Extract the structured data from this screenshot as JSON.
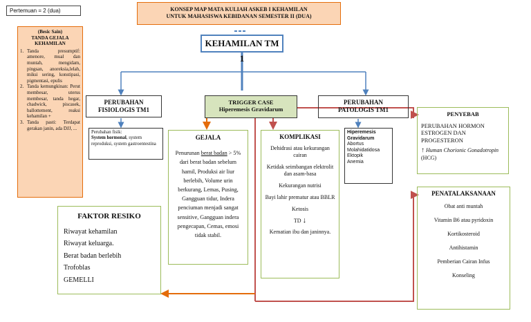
{
  "meeting": {
    "label": "Pertemuan = 2 (dua)"
  },
  "header": {
    "line1": "KONSEP MAP MATA KULIAH ASKEB I KEHAMILAN",
    "line2": "UNTUK MAHASISWA KEBIDANAN SEMESTER II (DUA)"
  },
  "central": {
    "title": "KEHAMILAN TM 1"
  },
  "basic_science": {
    "head1": "(Besic Sain)",
    "head2": "TANDA GEJALA KEHAMILAN",
    "items": [
      "Tanda presumptif: amenore, mual dan muntah, mengidam, pingsan, anoreksia,lelah, miksi sering, konstipasi, pigmentasi, epulis",
      "Tanda kemungkinan: Perut membesar, uterus membesar, tanda hegar, chadwick, piscasek, ballottement, reaksi kehamilan +",
      "Tanda pasti: Terdapat gerakan janin, ada DJJ, ..."
    ]
  },
  "fisiologis": {
    "title1": "PERUBAHAN",
    "title2": "FISIOLOGIS TM1",
    "detail_prefix": "Perubahan fisik:",
    "detail_bold": "System hormonal",
    "detail_rest": ", system reproduksi, system gastroentestina"
  },
  "trigger": {
    "title": "TRIGGER CASE",
    "subtitle": "Hiperemesis Gravidarum"
  },
  "patologis": {
    "title1": "PERUBAHAN",
    "title2": "PATOLOGIS TM1",
    "bold": "Hiperemesis Gravidarum",
    "items": [
      "Abortus",
      "Molahidatidosa",
      "Ektopik",
      "Anemia"
    ]
  },
  "penyebab": {
    "title": "PENYEBAB",
    "body": "PERUBAHAN HORMON ESTROGEN DAN PROGESTERON",
    "hormone": "Human Chorionic Gonadotropin",
    "hormone_abbr": "(HCG)"
  },
  "gejala": {
    "title": "GEJALA",
    "pre": "Penurunan ",
    "underlined": "berat badan",
    "post": " > 5% dari berat badan sebelum hamil, Produksi air liur berlebih, Volume urin berkurang, Lemas, Pusing, Gangguan tidur, Indera penciuman menjadi sangat sensitive, Gangguan indera pengecapan, Cemas, emosi tidak stabil."
  },
  "komplikasi": {
    "title": "KOMPLIKASI",
    "items": [
      "Dehidrasi atau kekurangan cairan",
      "Ketidak seimbangan elektrolit dan asam-basa",
      "Kekurangan nutrisi",
      "Bayi lahir prematur atau BBLR",
      "Ketosis",
      "TD",
      "Kematian ibu dan janinnya."
    ]
  },
  "penatalaksanaan": {
    "title": "PENATALAKSANAAN",
    "items": [
      "Obat anti muntah",
      "Vitamin B6 atau pyridoxin",
      "Kortikosteroid",
      "Antihistamin",
      "Pemberian Cairan Infus",
      "Konseling"
    ]
  },
  "faktor": {
    "title": "FAKTOR RESIKO",
    "items": [
      "Riwayat kehamilan",
      "Riwayat keluarga.",
      "Berat badan berlebih",
      "Trofoblas",
      "GEMELLI"
    ]
  },
  "colors": {
    "header_fill": "#fbd5b5",
    "header_border": "#e46c0a",
    "central_border": "#4f81bd",
    "trigger_fill": "#d7e4bd",
    "green_border": "#9bbb59",
    "blue_line": "#4f81bd",
    "red_line": "#c0504d",
    "orange_line": "#e46c0a"
  },
  "icons": {
    "arrow_up": "arrow-up-icon",
    "arrow_down": "arrow-down-icon"
  }
}
